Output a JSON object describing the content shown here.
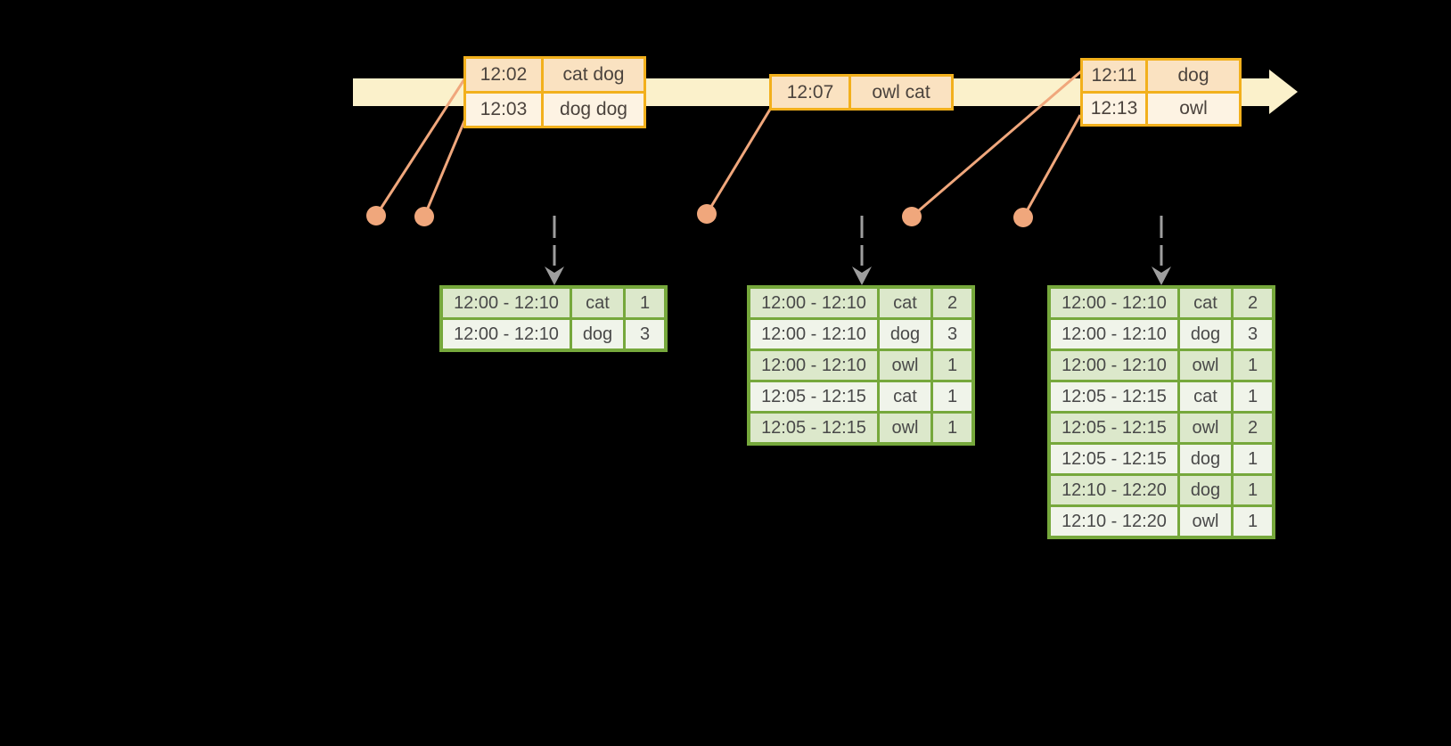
{
  "colors": {
    "background": "#000000",
    "timeline_band": "#FBF1CB",
    "event_box_border": "#F2B01C",
    "event_row_dark": "#FAE2C1",
    "event_row_light": "#FDF3E3",
    "connector_salmon": "#F0A77C",
    "trigger_arrow_gray": "#9E9E9E",
    "table_border_green": "#76A83C",
    "table_row_dark": "#DCE8CB",
    "table_row_light": "#F0F4EA",
    "text_dark": "#4B433D"
  },
  "timeline": {
    "event_groups": [
      {
        "rows": [
          {
            "time": "12:02",
            "words": "cat dog"
          },
          {
            "time": "12:03",
            "words": "dog dog"
          }
        ]
      },
      {
        "rows": [
          {
            "time": "12:07",
            "words": "owl cat"
          }
        ]
      },
      {
        "rows": [
          {
            "time": "12:11",
            "words": "dog"
          },
          {
            "time": "12:13",
            "words": "owl"
          }
        ]
      }
    ]
  },
  "result_tables": [
    {
      "rows": [
        {
          "window": "12:00 - 12:10",
          "word": "cat",
          "count": "1"
        },
        {
          "window": "12:00 - 12:10",
          "word": "dog",
          "count": "3"
        }
      ]
    },
    {
      "rows": [
        {
          "window": "12:00 - 12:10",
          "word": "cat",
          "count": "2"
        },
        {
          "window": "12:00 - 12:10",
          "word": "dog",
          "count": "3"
        },
        {
          "window": "12:00 - 12:10",
          "word": "owl",
          "count": "1"
        },
        {
          "window": "12:05 - 12:15",
          "word": "cat",
          "count": "1"
        },
        {
          "window": "12:05 - 12:15",
          "word": "owl",
          "count": "1"
        }
      ]
    },
    {
      "rows": [
        {
          "window": "12:00 - 12:10",
          "word": "cat",
          "count": "2"
        },
        {
          "window": "12:00 - 12:10",
          "word": "dog",
          "count": "3"
        },
        {
          "window": "12:00 - 12:10",
          "word": "owl",
          "count": "1"
        },
        {
          "window": "12:05 - 12:15",
          "word": "cat",
          "count": "1"
        },
        {
          "window": "12:05 - 12:15",
          "word": "owl",
          "count": "2"
        },
        {
          "window": "12:05 - 12:15",
          "word": "dog",
          "count": "1"
        },
        {
          "window": "12:10 - 12:20",
          "word": "dog",
          "count": "1"
        },
        {
          "window": "12:10 - 12:20",
          "word": "owl",
          "count": "1"
        }
      ]
    }
  ]
}
